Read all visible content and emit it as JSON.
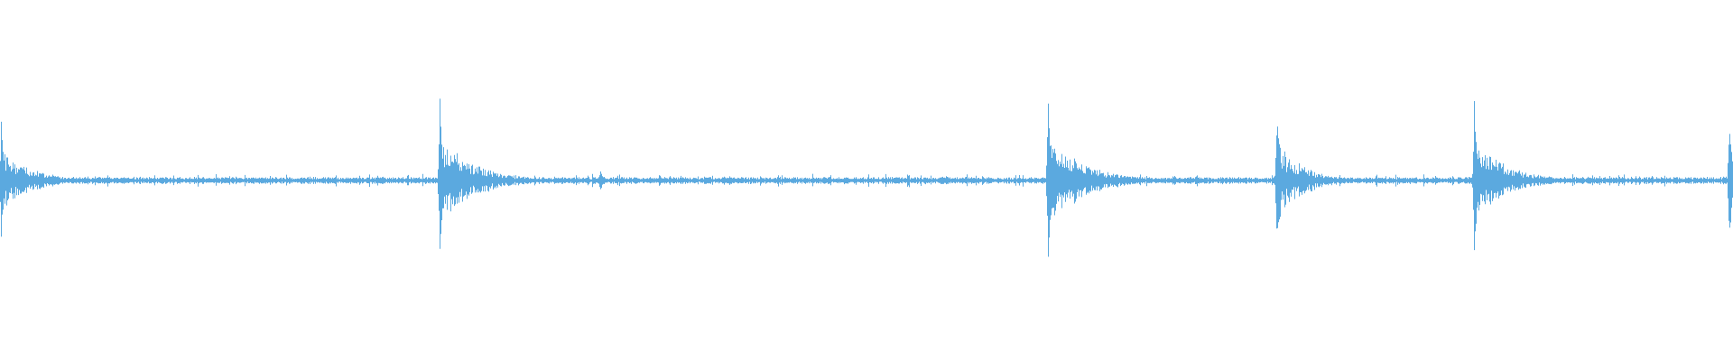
{
  "waveform": {
    "color": "#5ba9df",
    "background": "#ffffff",
    "transients": [
      {
        "position": 0.0005,
        "amplitude": 0.68,
        "decay": 0.018
      },
      {
        "position": 0.2535,
        "amplitude": 1.0,
        "decay": 0.02
      },
      {
        "position": 0.346,
        "amplitude": 0.15,
        "decay": 0.003
      },
      {
        "position": 0.6045,
        "amplitude": 1.12,
        "decay": 0.02
      },
      {
        "position": 0.7365,
        "amplitude": 0.96,
        "decay": 0.015
      },
      {
        "position": 0.8505,
        "amplitude": 0.98,
        "decay": 0.018
      },
      {
        "position": 0.9975,
        "amplitude": 0.88,
        "decay": 0.004
      }
    ],
    "baseline_noise": 0.035
  }
}
